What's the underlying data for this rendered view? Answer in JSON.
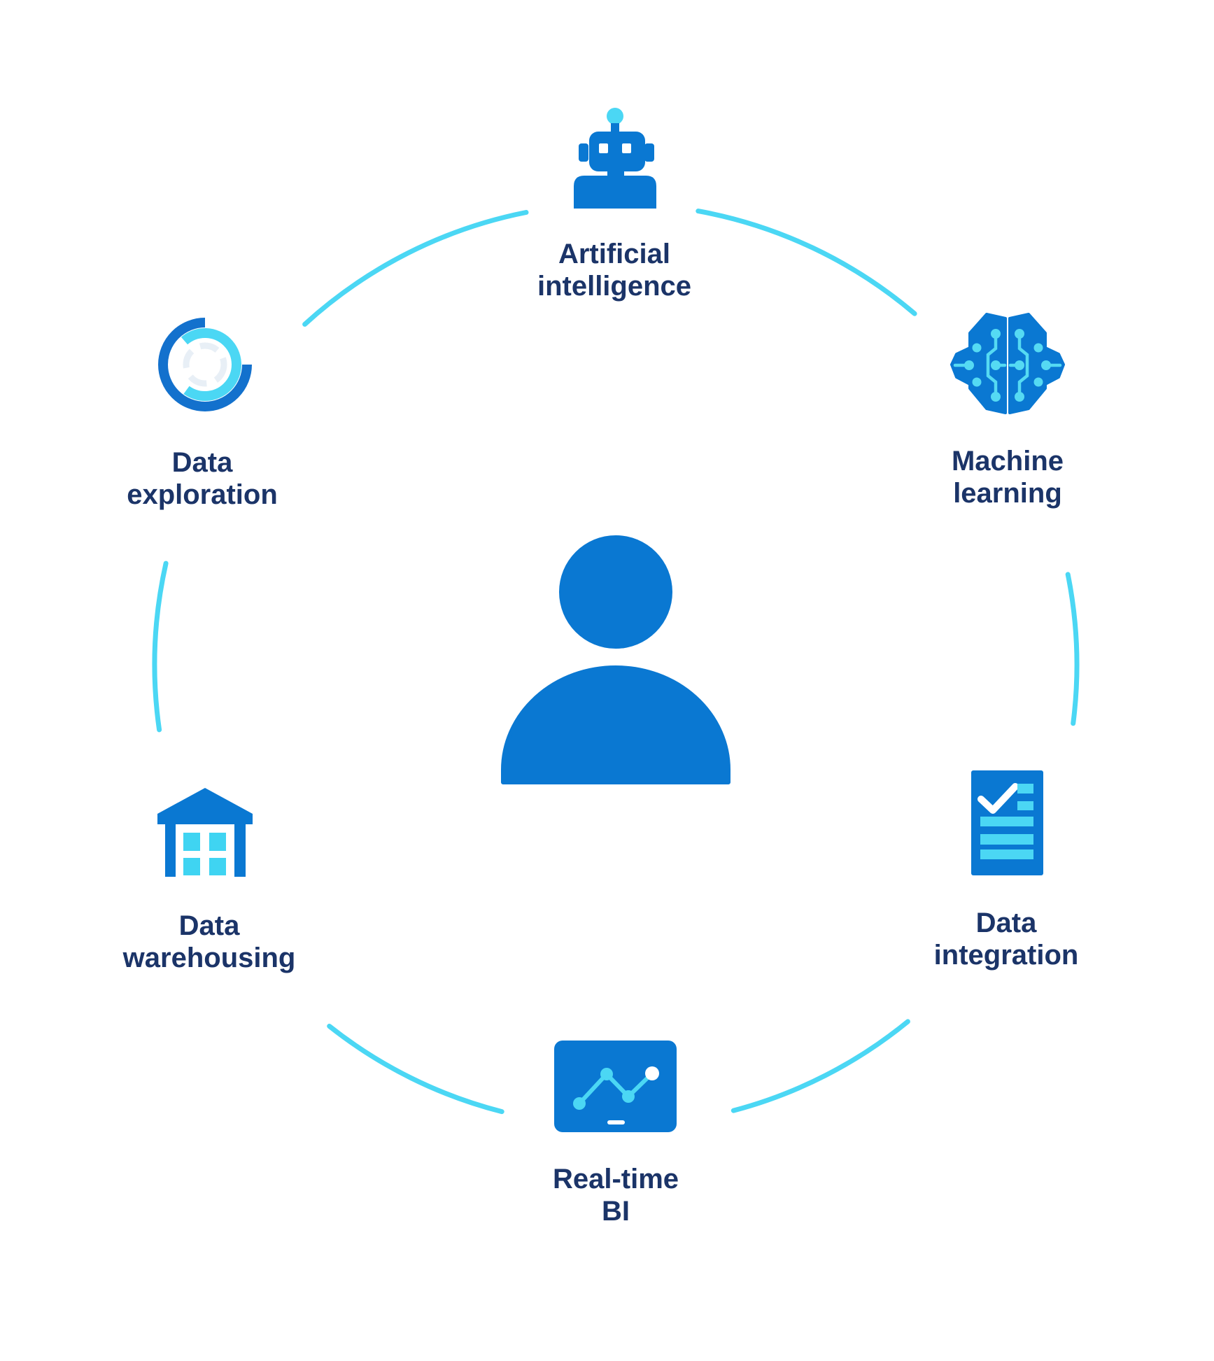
{
  "diagram": {
    "center": {
      "icon": "person-icon"
    },
    "colors": {
      "primary_blue": "#0a78d2",
      "cyan_accent": "#4bd7f4",
      "label_navy": "#1b3468",
      "background": "#ffffff"
    },
    "nodes": [
      {
        "id": "artificial-intelligence",
        "icon": "robot-icon",
        "label_lines": [
          "Artificial",
          "intelligence"
        ]
      },
      {
        "id": "machine-learning",
        "icon": "brain-circuit-icon",
        "label_lines": [
          "Machine",
          "learning"
        ]
      },
      {
        "id": "data-integration",
        "icon": "checklist-document-icon",
        "label_lines": [
          "Data",
          "integration"
        ]
      },
      {
        "id": "real-time-bi",
        "icon": "dashboard-chart-icon",
        "label_lines": [
          "Real-time",
          "BI"
        ]
      },
      {
        "id": "data-warehousing",
        "icon": "warehouse-icon",
        "label_lines": [
          "Data",
          "warehousing"
        ]
      },
      {
        "id": "data-exploration",
        "icon": "donut-chart-icon",
        "label_lines": [
          "Data",
          "exploration"
        ]
      }
    ]
  }
}
